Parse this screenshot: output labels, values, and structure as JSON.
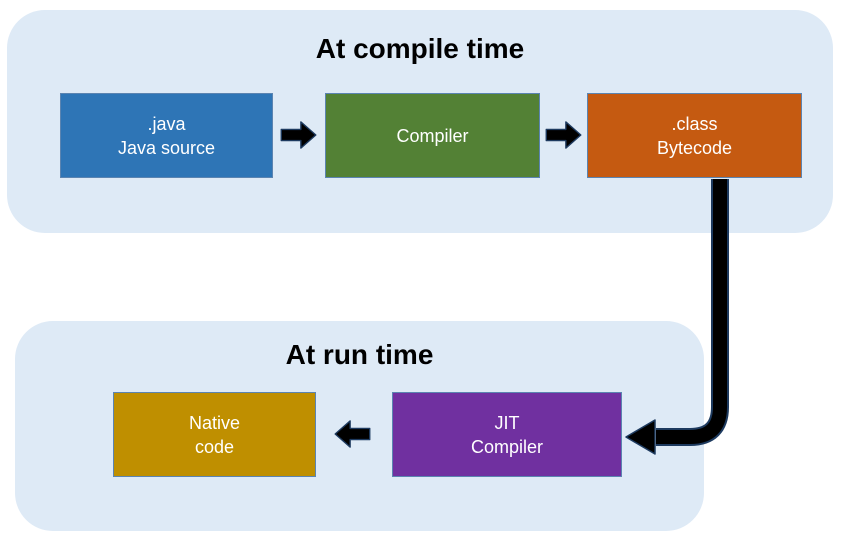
{
  "diagram": {
    "compile_section": {
      "title": "At compile time",
      "boxes": {
        "java_source": {
          "line1": ".java",
          "line2": "Java source",
          "fill": "#2E75B6"
        },
        "compiler": {
          "line1": "Compiler",
          "line2": "",
          "fill": "#538135"
        },
        "class_bytecode": {
          "line1": ".class",
          "line2": "Bytecode",
          "fill": "#C55A11"
        }
      }
    },
    "runtime_section": {
      "title": "At run time",
      "boxes": {
        "native_code": {
          "line1": "Native",
          "line2": "code",
          "fill": "#BF8F00"
        },
        "jit_compiler": {
          "line1": "JIT",
          "line2": "Compiler",
          "fill": "#7030A0"
        }
      }
    },
    "flow": {
      "connections": [
        "java-source to compiler",
        "compiler to class-bytecode",
        "class-bytecode down to jit-compiler",
        "jit-compiler to native-code"
      ]
    },
    "colors": {
      "section_bg": "#DEEAF6",
      "box_border": "#5B84B1",
      "box_text": "#FFFFFF",
      "title_text": "#000000",
      "arrow_fill": "#000000",
      "arrow_outline": "#1D3A5F"
    }
  }
}
